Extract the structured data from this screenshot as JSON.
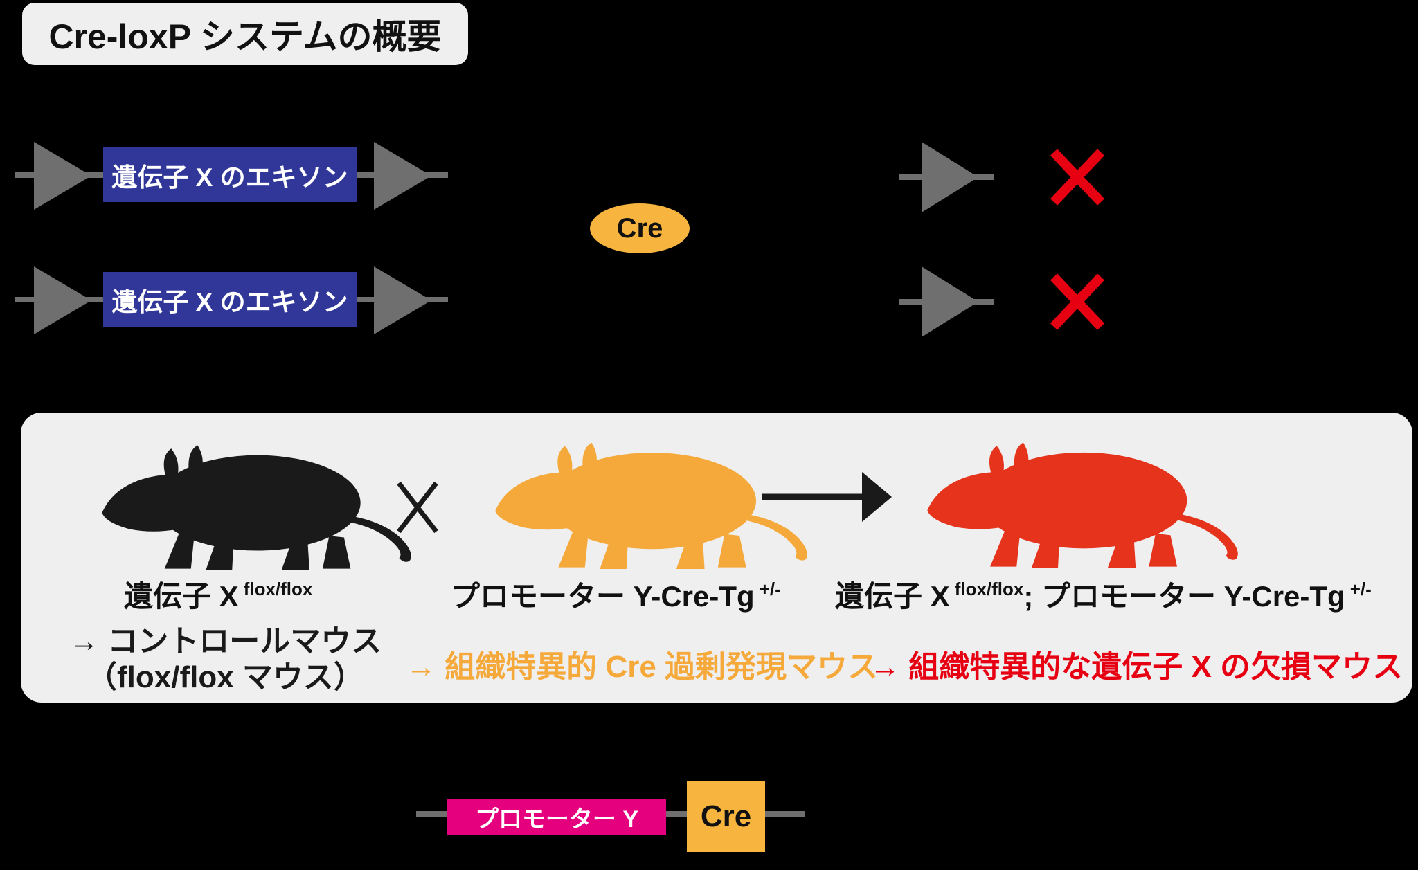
{
  "title": "Cre-loxP システムの概要",
  "colors": {
    "background": "#000000",
    "panel": "#EFEFEF",
    "exon_blue": "#303799",
    "loxp_gray": "#6F6F6F",
    "cre_orange": "#F7B43F",
    "promoter_magenta": "#E5017E",
    "red": "#E60012",
    "mouse_black": "#1A1A1A",
    "mouse_orange": "#F5A93B",
    "mouse_red": "#E6331C"
  },
  "floxed_construct": {
    "rows": [
      {
        "exon_label": "遺伝子 X のエキソン"
      },
      {
        "exon_label": "遺伝子 X のエキソン"
      }
    ]
  },
  "cre": {
    "label": "Cre"
  },
  "panel": {
    "mice": [
      {
        "id": "control",
        "genotype": {
          "main": "遺伝子 X",
          "sup": "flox/flox"
        },
        "note_line1": "→ コントロールマウス",
        "note_line2": "（flox/flox マウス）"
      },
      {
        "id": "cre-transgenic",
        "genotype": {
          "main": "プロモーター Y-Cre-Tg",
          "sup": "+/-"
        },
        "note": "→ 組織特異的 Cre 過剰発現マウス"
      },
      {
        "id": "conditional-knockout",
        "genotype": {
          "main1": "遺伝子 X",
          "sup1": "flox/flox",
          "sep": "; ",
          "main2": "プロモーター Y-Cre-Tg",
          "sup2": "+/-"
        },
        "note": "→ 組織特異的な遺伝子 X の欠損マウス"
      }
    ]
  },
  "bottom_construct": {
    "promoter_label": "プロモーター Y",
    "cre_label": "Cre"
  }
}
